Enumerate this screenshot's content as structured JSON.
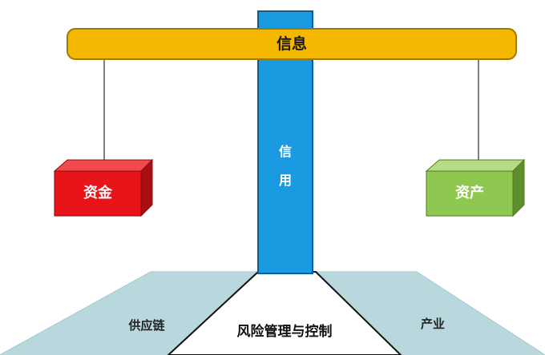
{
  "top_bar": {
    "label": "信息",
    "color": "#f5b800"
  },
  "pillar": {
    "label_line1": "信",
    "label_line2": "用",
    "color": "#1a9ae0"
  },
  "left_box": {
    "label": "资金",
    "color": "#e8141a"
  },
  "right_box": {
    "label": "资产",
    "color": "#8fc850"
  },
  "base": {
    "left_label": "供应链",
    "center_label": "风险管理与控制",
    "right_label": "产业",
    "side_color": "#a8cfd6"
  }
}
